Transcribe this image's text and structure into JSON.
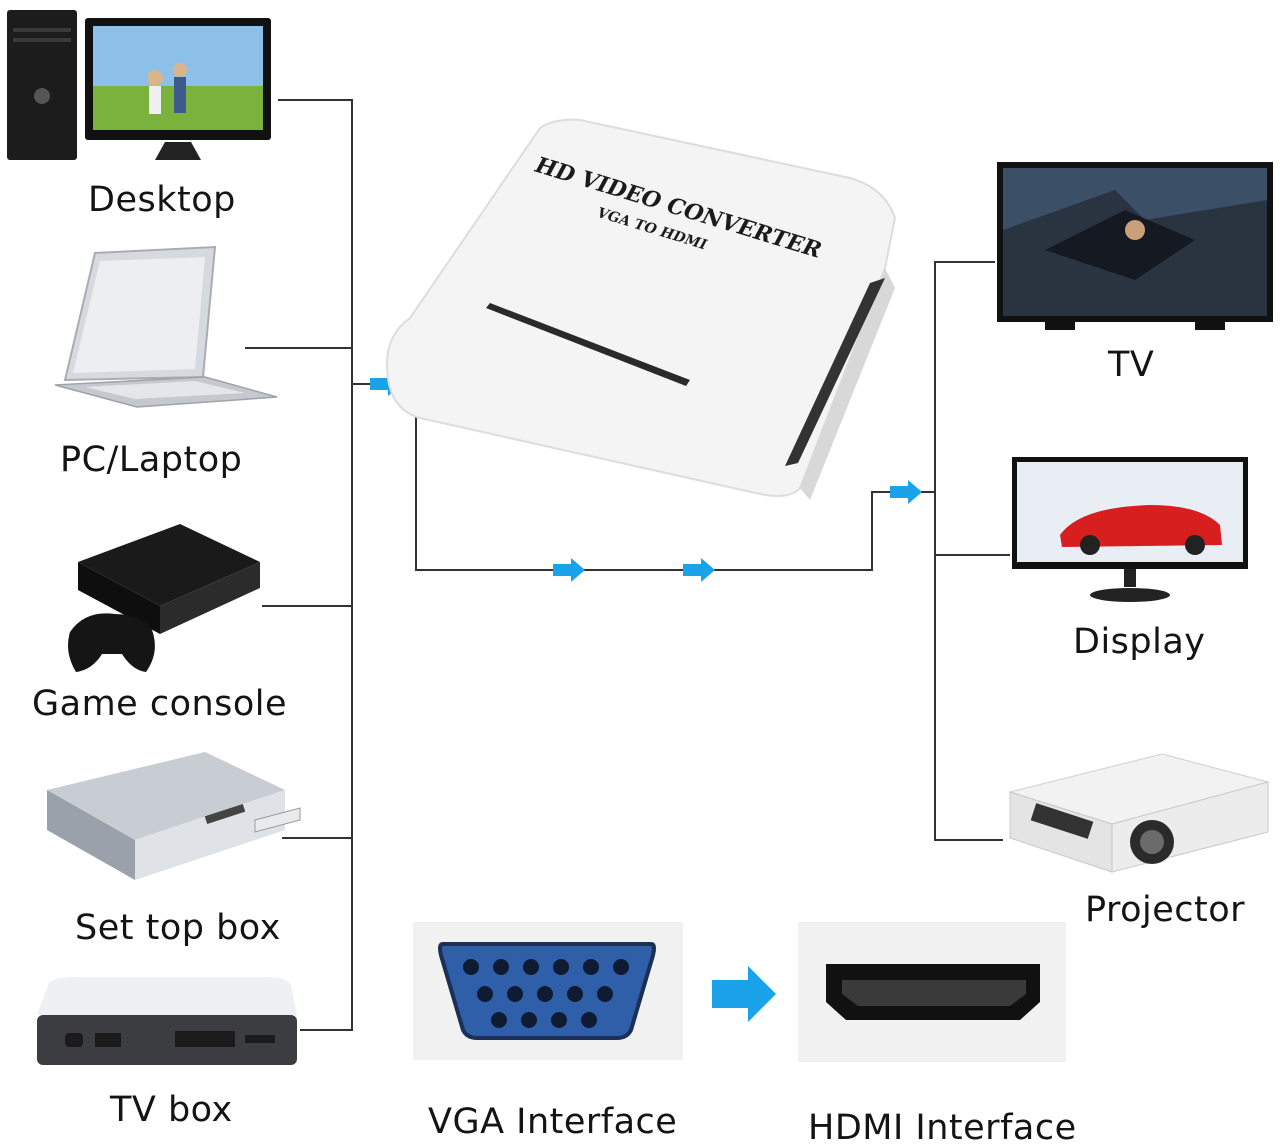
{
  "inputs": {
    "desktop": "Desktop",
    "laptop": "PC/Laptop",
    "console": "Game console",
    "settop": "Set top box",
    "tvbox": "TV box"
  },
  "outputs": {
    "tv": "TV",
    "display": "Display",
    "projector": "Projector"
  },
  "converter": {
    "line1": "HD VIDEO CONVERTER",
    "line2": "VGA TO HDMI"
  },
  "interfaces": {
    "vga": "VGA Interface",
    "hdmi": "HDMI Interface"
  },
  "colors": {
    "arrow": "#1aa3e8",
    "wire": "#333333"
  }
}
